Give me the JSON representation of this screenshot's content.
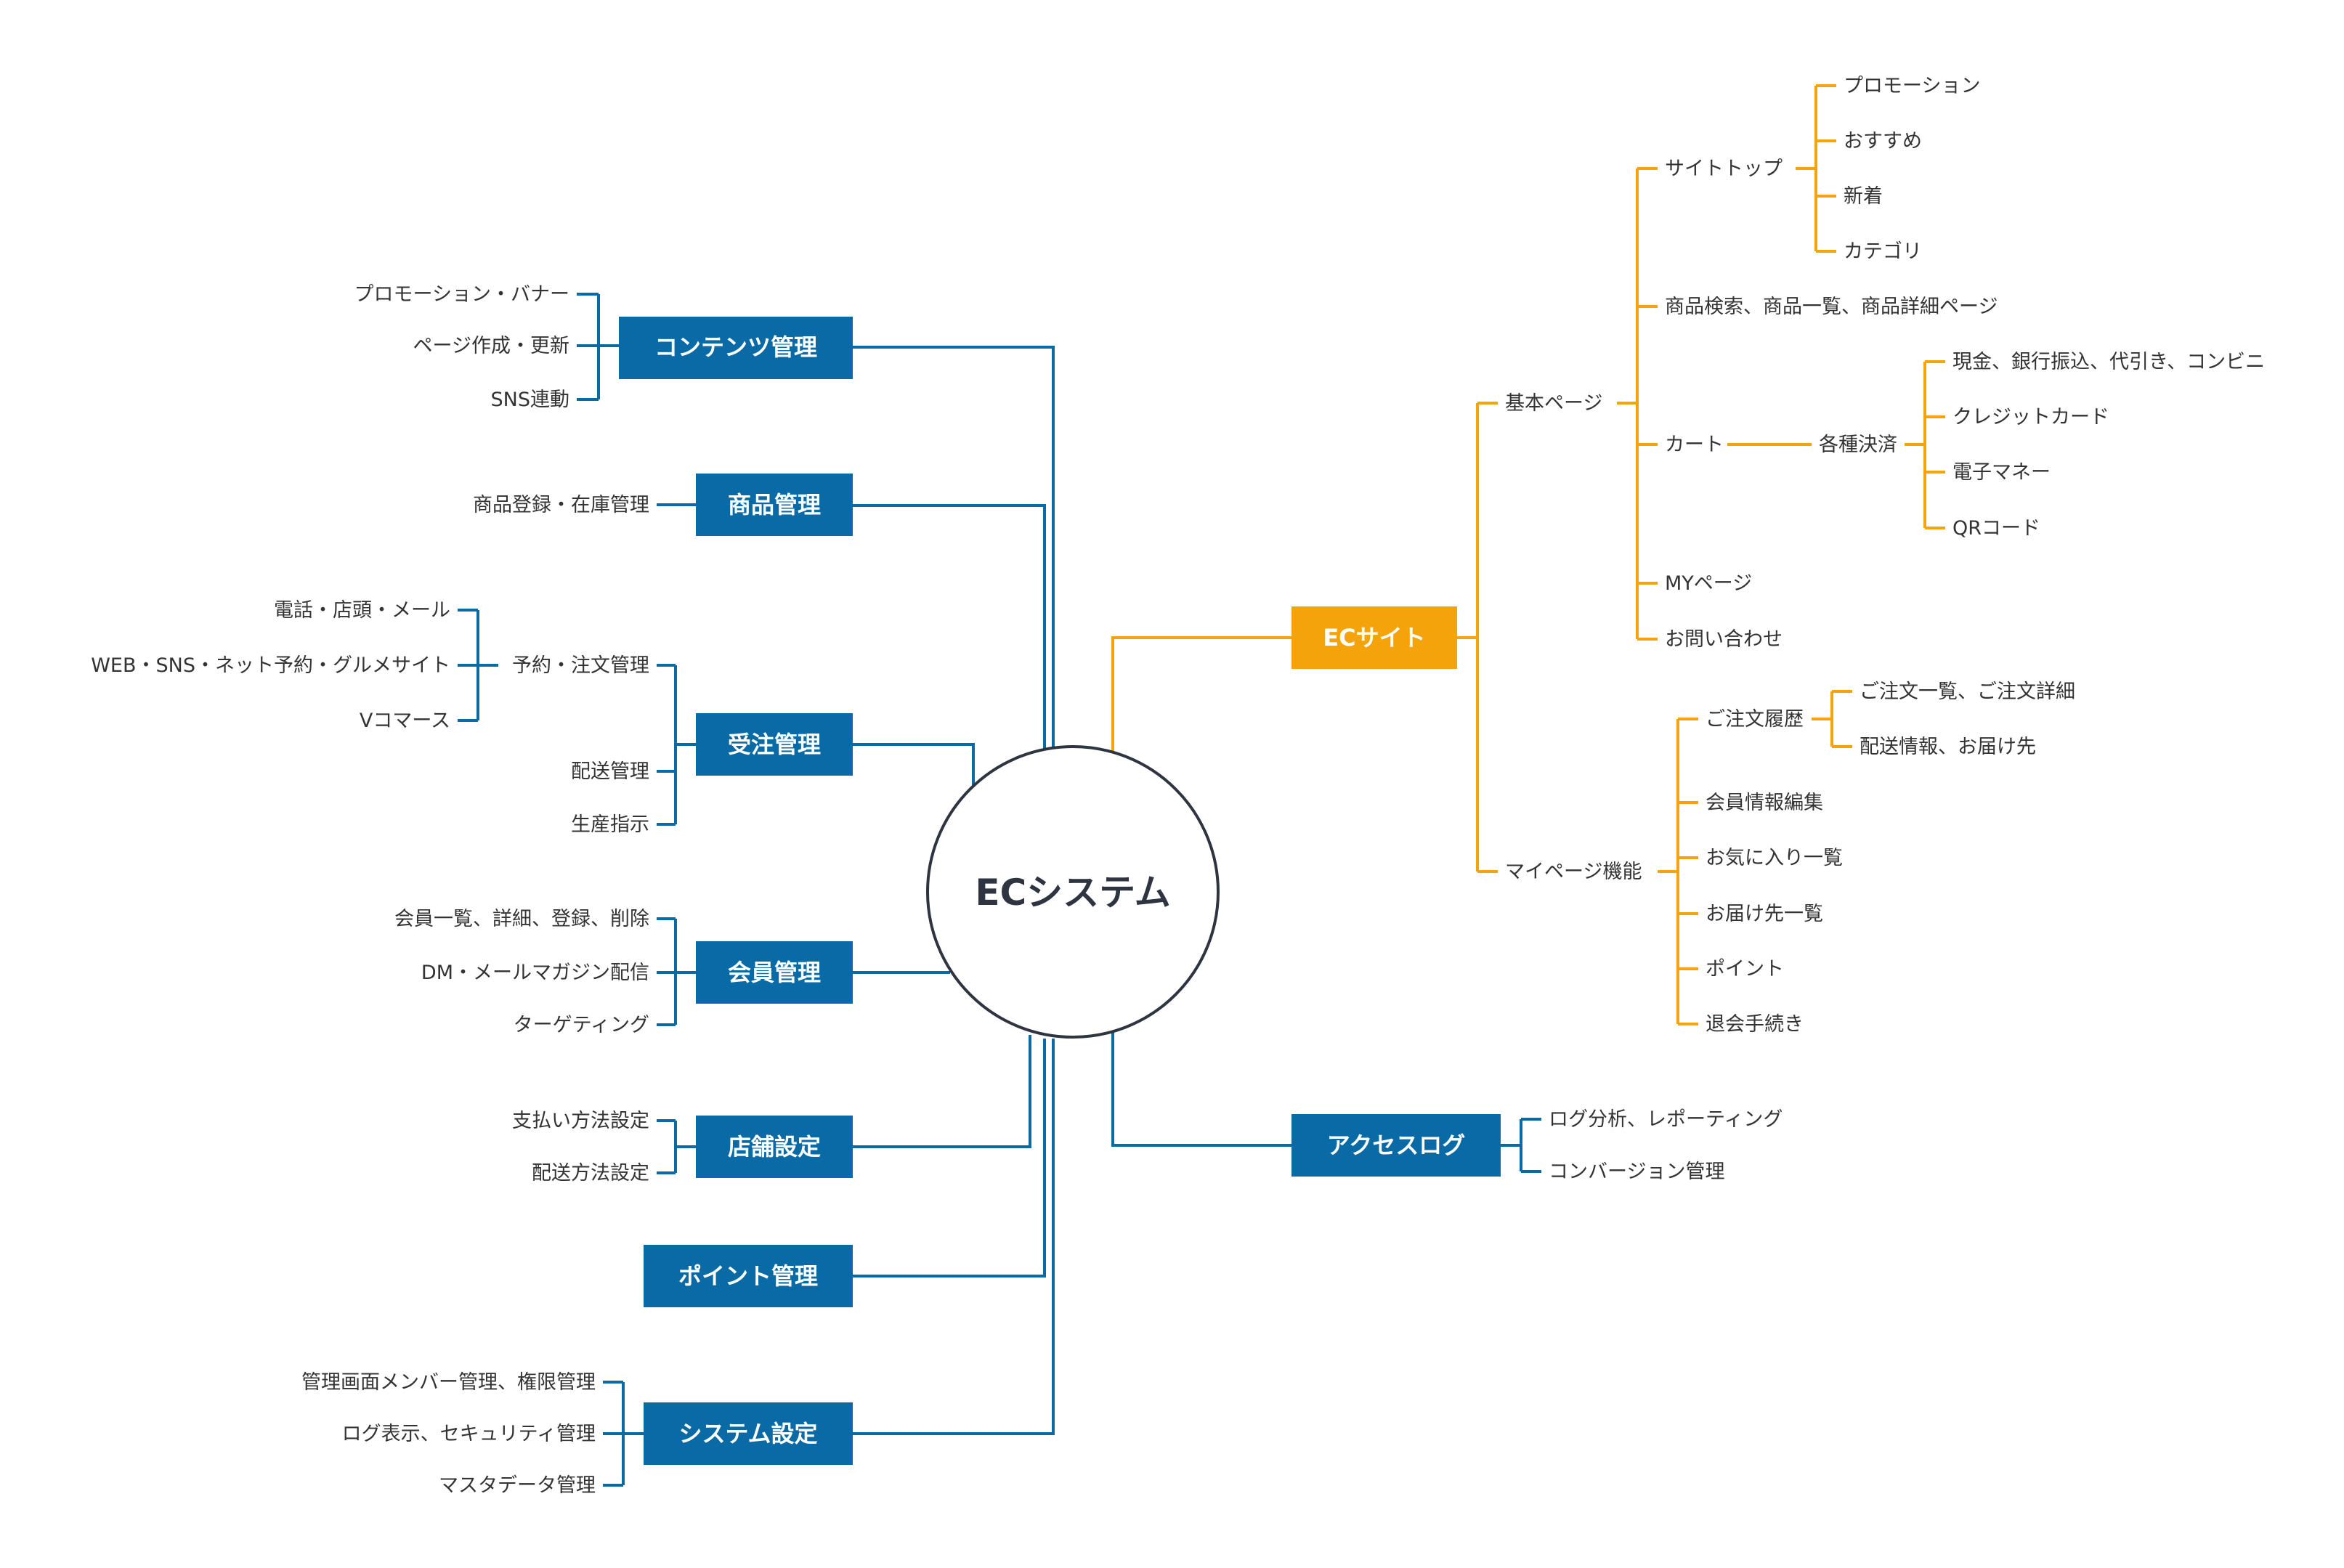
{
  "colors": {
    "blue": "#0a6aa5",
    "orange": "#f5a30a",
    "root_border": "#2e3440",
    "text": "#333333"
  },
  "root": {
    "label": "ECシステム"
  },
  "left_branches": {
    "content": {
      "label": "コンテンツ管理",
      "leaves": [
        "プロモーション・バナー",
        "ページ作成・更新",
        "SNS連動"
      ]
    },
    "product": {
      "label": "商品管理",
      "leaves": [
        "商品登録・在庫管理"
      ]
    },
    "order": {
      "label": "受注管理",
      "sub": {
        "label": "予約・注文管理",
        "leaves": [
          "電話・店頭・メール",
          "WEB・SNS・ネット予約・グルメサイト",
          "Vコマース"
        ]
      },
      "leaves": [
        "配送管理",
        "生産指示"
      ]
    },
    "member": {
      "label": "会員管理",
      "leaves": [
        "会員一覧、詳細、登録、削除",
        "DM・メールマガジン配信",
        "ターゲティング"
      ]
    },
    "store": {
      "label": "店舗設定",
      "leaves": [
        "支払い方法設定",
        "配送方法設定"
      ]
    },
    "point": {
      "label": "ポイント管理"
    },
    "system": {
      "label": "システム設定",
      "leaves": [
        "管理画面メンバー管理、権限管理",
        "ログ表示、セキュリティ管理",
        "マスタデータ管理"
      ]
    }
  },
  "right_branches": {
    "ecsite": {
      "label": "ECサイト",
      "basic": {
        "label": "基本ページ",
        "top": {
          "label": "サイトトップ",
          "leaves": [
            "プロモーション",
            "おすすめ",
            "新着",
            "カテゴリ"
          ]
        },
        "search": "商品検索、商品一覧、商品詳細ページ",
        "cart": {
          "label": "カート",
          "payment": {
            "label": "各種決済",
            "leaves": [
              "現金、銀行振込、代引き、コンビニ",
              "クレジットカード",
              "電子マネー",
              "QRコード"
            ]
          }
        },
        "my": "MYページ",
        "contact": "お問い合わせ"
      },
      "mypage": {
        "label": "マイページ機能",
        "history": {
          "label": "ご注文履歴",
          "leaves": [
            "ご注文一覧、ご注文詳細",
            "配送情報、お届け先"
          ]
        },
        "leaves": [
          "会員情報編集",
          "お気に入り一覧",
          "お届け先一覧",
          "ポイント",
          "退会手続き"
        ]
      }
    },
    "access": {
      "label": "アクセスログ",
      "leaves": [
        "ログ分析、レポーティング",
        "コンバージョン管理"
      ]
    }
  }
}
